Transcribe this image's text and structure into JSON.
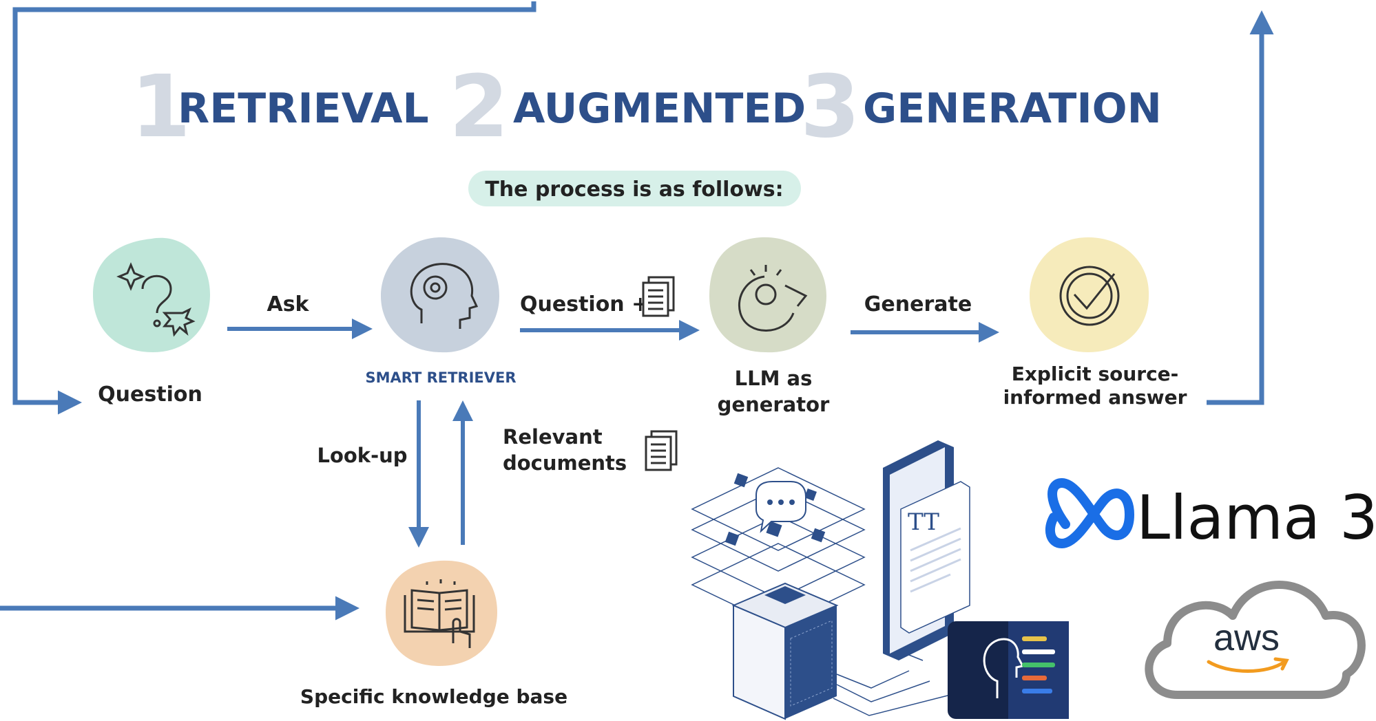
{
  "title": {
    "step1_number": "1",
    "step1_word": "RETRIEVAL",
    "step2_number": "2",
    "step2_word": "AUGMENTED",
    "step3_number": "3",
    "step3_word": "GENERATION"
  },
  "process_banner": "The process is as follows:",
  "nodes": {
    "question": "Question",
    "smart_retriever": "SMART RETRIEVER",
    "llm_line1": "LLM as",
    "llm_line2": "generator",
    "answer_line1": "Explicit source-",
    "answer_line2": "informed answer",
    "knowledge_base": "Specific knowledge base"
  },
  "edges": {
    "ask": "Ask",
    "question_plus": "Question +",
    "generate": "Generate",
    "lookup": "Look-up",
    "relevant_line1": "Relevant",
    "relevant_line2": "documents"
  },
  "logos": {
    "llama": "Llama 3",
    "aws": "aws"
  },
  "colors": {
    "arrow": "#4a7ab8",
    "title_blue": "#2d4f8a",
    "question_blob": "#bfe6d9",
    "retriever_blob": "#c7d1dd",
    "llm_blob": "#d6dcc7",
    "answer_blob": "#f6ebbb",
    "knowledge_blob": "#f3d2b0",
    "banner": "#d7f0e9",
    "meta_blue": "#1a6ee6",
    "aws_orange": "#f29b1f"
  }
}
